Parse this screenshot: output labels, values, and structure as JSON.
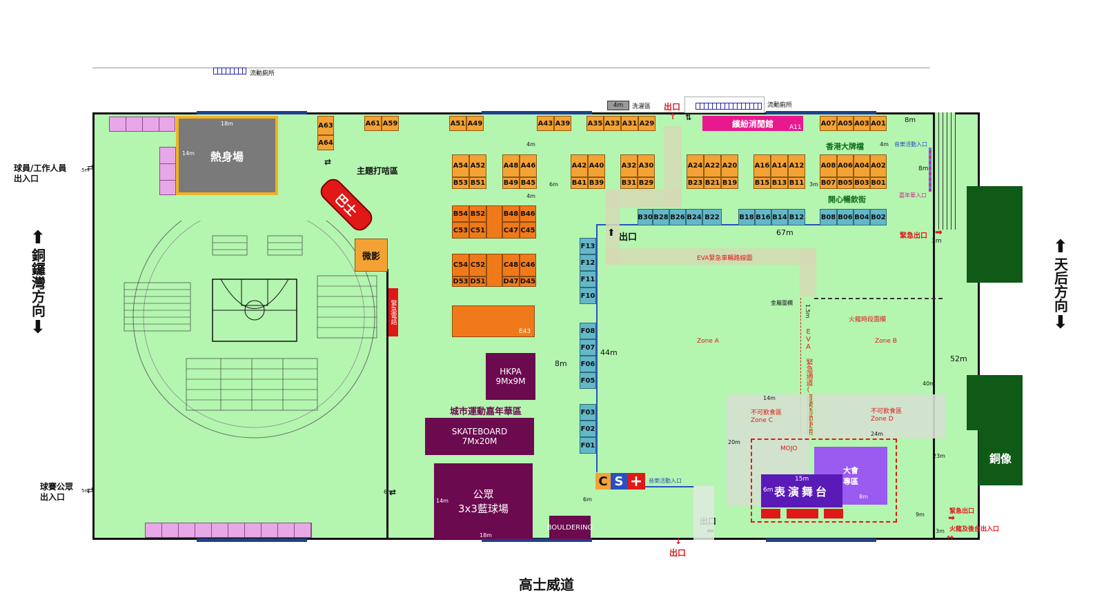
{
  "roads": {
    "bottom": "高士威道",
    "left": "銅鑼灣方向",
    "right": "天后方向"
  },
  "toilets": {
    "top": "流動廁所",
    "inner": "流動廁所"
  },
  "wash": {
    "size": "4m",
    "label": "洗濯區"
  },
  "exits": {
    "top": "出口",
    "bottom": "出口",
    "inner": "出口",
    "lower_inner": "出口"
  },
  "entrances": {
    "players": "球員/工作人員\n出入口",
    "public": "球賽公眾\n出入口",
    "players_size": "5m",
    "public_size": "5m",
    "fire": "火龍及後台出入口",
    "fire_size": "3m"
  },
  "emergency": {
    "right": "緊急出口",
    "right_size": "3m",
    "lower": "緊急出口"
  },
  "warmup": {
    "label": "熱身場",
    "w": "18m",
    "h": "14m"
  },
  "bus": "巴士",
  "theme": "主題打咭區",
  "weiying": "微影",
  "red_tag": "緊急電話",
  "hkpa": {
    "l1": "HKPA",
    "l2": "9Mx9M"
  },
  "city_zone": "城市運動嘉年華區",
  "skate": {
    "l1": "SKATEBOARD",
    "l2": "7Mx20M"
  },
  "basket33": {
    "l1": "公眾",
    "l2": "3x3藍球場",
    "w": "18m",
    "h": "14m"
  },
  "bouldering": "BOULDERING",
  "e43": "E43",
  "booths_a_top": [
    "A63",
    "A61",
    "A59",
    "A51",
    "A49",
    "A43",
    "A39",
    "A35",
    "A33",
    "A31",
    "A29",
    "A07",
    "A05",
    "A03",
    "A01"
  ],
  "booth_a64": "A64",
  "booths_a_row": [
    "A54",
    "A52",
    "A48",
    "A46",
    "A42",
    "A40",
    "A32",
    "A30",
    "A24",
    "A22",
    "A20",
    "A16",
    "A14",
    "A12",
    "A08",
    "A06",
    "A04",
    "A02"
  ],
  "booths_b_row": [
    "B53",
    "B51",
    "B49",
    "B45",
    "B41",
    "B39",
    "B31",
    "B29",
    "B23",
    "B21",
    "B19",
    "B15",
    "B13",
    "B11",
    "B07",
    "B05",
    "B03",
    "B01"
  ],
  "booths_b_blue": [
    "B30",
    "B28",
    "B26",
    "B24",
    "B22",
    "B18",
    "B16",
    "B14",
    "B12",
    "B08",
    "B06",
    "B04",
    "B02"
  ],
  "booths_bc": {
    "top": [
      "B54",
      "B52",
      "B48",
      "B46"
    ],
    "bot": [
      "C53",
      "C51",
      "C47",
      "C45"
    ]
  },
  "booths_cd": {
    "top": [
      "C54",
      "C52",
      "C48",
      "C46"
    ],
    "bot": [
      "D53",
      "D51",
      "D47",
      "D45"
    ]
  },
  "booths_f": [
    "F13",
    "F12",
    "F11",
    "F10",
    "F08",
    "F07",
    "F06",
    "F05",
    "F03",
    "F02",
    "F01"
  ],
  "colorful": {
    "label": "繽紛消閒館",
    "code": "A11"
  },
  "hk_brand": "香港大牌檔",
  "happy_food": "開心暢飲街",
  "music_entry": "音樂活動入口",
  "carnival_entry": "嘉年華入口",
  "music_entry2": "音樂活動入口",
  "eva_route": "EVA緊急車輛路線圖",
  "eva_lane": "EVA 緊急通道(音樂活動使用)",
  "metal_fence": "金屬圍欄",
  "temp_fence": "火龍時段圍欄",
  "zone_a": "Zone A",
  "zone_b": "Zone B",
  "zone_c": "不可飲食區\nZone C",
  "zone_d": "不可飲食區\nZone D",
  "mojo": "MOJO",
  "stage": {
    "label": "表演舞台",
    "w": "15m",
    "h": "6m"
  },
  "vip": {
    "label": "大會\n專區",
    "h": "8m"
  },
  "statue": "銅像",
  "cs": {
    "c": "C",
    "s": "S",
    "plus": "+"
  },
  "dims": {
    "d8a": "8m",
    "d6a": "6m",
    "d44": "44m",
    "d8b": "8m",
    "d67": "67m",
    "d52": "52m",
    "d40": "40m",
    "d14": "14m",
    "d20": "20m",
    "d24": "24m",
    "d23": "23m",
    "d9": "9m",
    "d3": "3m",
    "d6b": "6m",
    "d15": "1.5m",
    "d8c": "8m",
    "d4a": "4m",
    "d4b": "4m",
    "d4c": "4m",
    "d6c": "6m"
  },
  "colors": {
    "ground": "#b4f5b0",
    "booth": "#f5a234",
    "booth_dark": "#f07a1a",
    "booth_blue": "#63b8c8",
    "purple": "#6b0a4f",
    "statue": "#0e5a16",
    "stage": "#5a1ab8",
    "vip": "#9b5af0",
    "emergency": "#e01818"
  }
}
